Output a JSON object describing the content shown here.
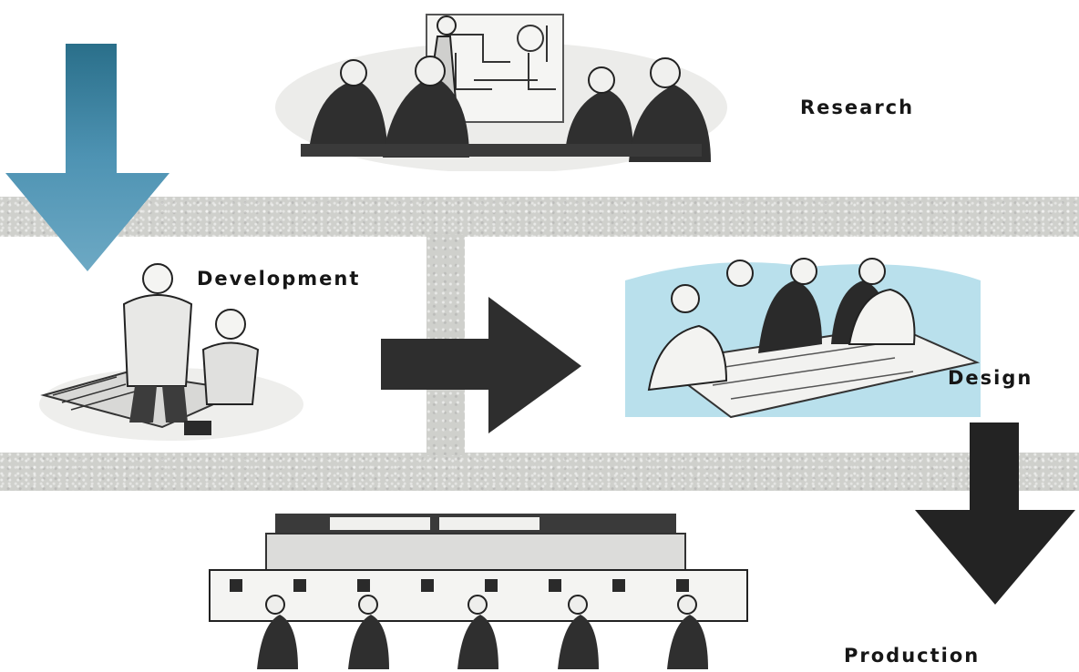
{
  "stages": {
    "research": "Research",
    "development": "Development",
    "design": "Design",
    "production": "Production"
  },
  "colors": {
    "band": "#cfd0cc",
    "arrow_blue": "#4e93b3",
    "arrow_blue_dark": "#2a6f8a",
    "arrow_dark": "#2b2b2b",
    "design_tint": "#b9e0ec",
    "label": "#161616"
  },
  "icons": {
    "research": "meeting-illustration",
    "development": "engineers-illustration",
    "design": "drafting-table-illustration",
    "production": "assembly-line-illustration"
  }
}
